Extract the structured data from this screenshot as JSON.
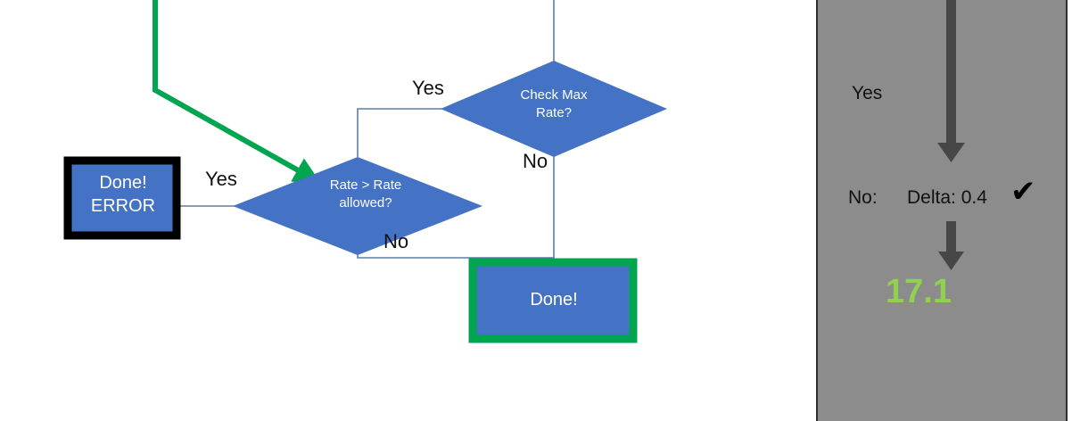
{
  "flowchart": {
    "nodes": {
      "error_box": {
        "line1": "Done!",
        "line2": "ERROR",
        "fill": "#4472C4",
        "border": "#000000",
        "shape": "rectangle"
      },
      "rate_diamond": {
        "line1": "Rate > Rate",
        "line2": "allowed?",
        "fill": "#4472C4",
        "shape": "diamond"
      },
      "max_rate_diamond": {
        "line1": "Check Max",
        "line2": "Rate?",
        "fill": "#4472C4",
        "shape": "diamond"
      },
      "done_box": {
        "line1": "Done!",
        "fill": "#4472C4",
        "border": "#00A550",
        "shape": "rectangle"
      }
    },
    "edge_labels": {
      "yes_to_error": "Yes",
      "no_from_rate": "No",
      "yes_to_rate": "Yes",
      "no_from_max_rate": "No"
    },
    "connector_color": "#5B7FA6",
    "highlight_color": "#00A550"
  },
  "panel": {
    "background": "#8C8C8C",
    "yes_label": "Yes",
    "no_label": "No:",
    "delta_label": "Delta: 0.4",
    "check_icon": "✔",
    "result_value": "17.1",
    "result_color": "#92D050",
    "arrow_color": "#474747"
  }
}
